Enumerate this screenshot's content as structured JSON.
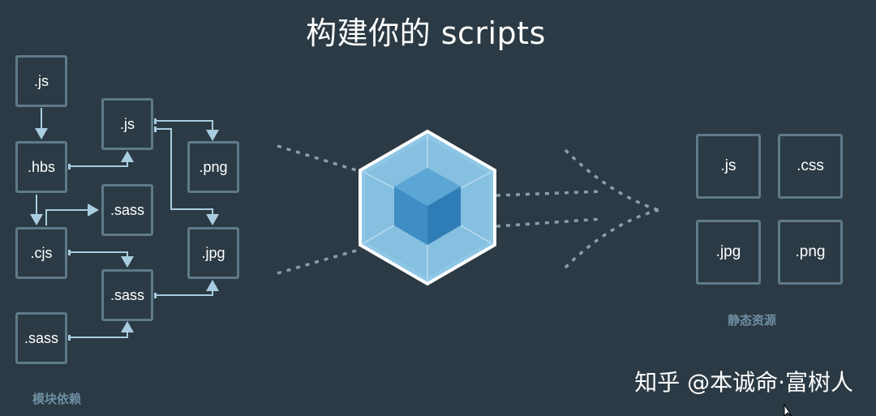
{
  "title": "构建你的 scripts",
  "dependencies": {
    "caption": "模块依赖",
    "modules": [
      ".js",
      ".js",
      ".hbs",
      ".png",
      ".sass",
      ".cjs",
      ".jpg",
      ".sass",
      ".sass"
    ]
  },
  "assets": {
    "caption": "静态资源",
    "files": [
      ".js",
      ".css",
      ".jpg",
      ".png"
    ]
  },
  "watermark": "知乎 @本诚命·富树人",
  "colors": {
    "background": "#2b3a44",
    "box_border": "#5f7a8a",
    "arrow": "#a9cde0",
    "cube_outer": "#8ec7e6",
    "cube_inner": "#4a96c9"
  }
}
